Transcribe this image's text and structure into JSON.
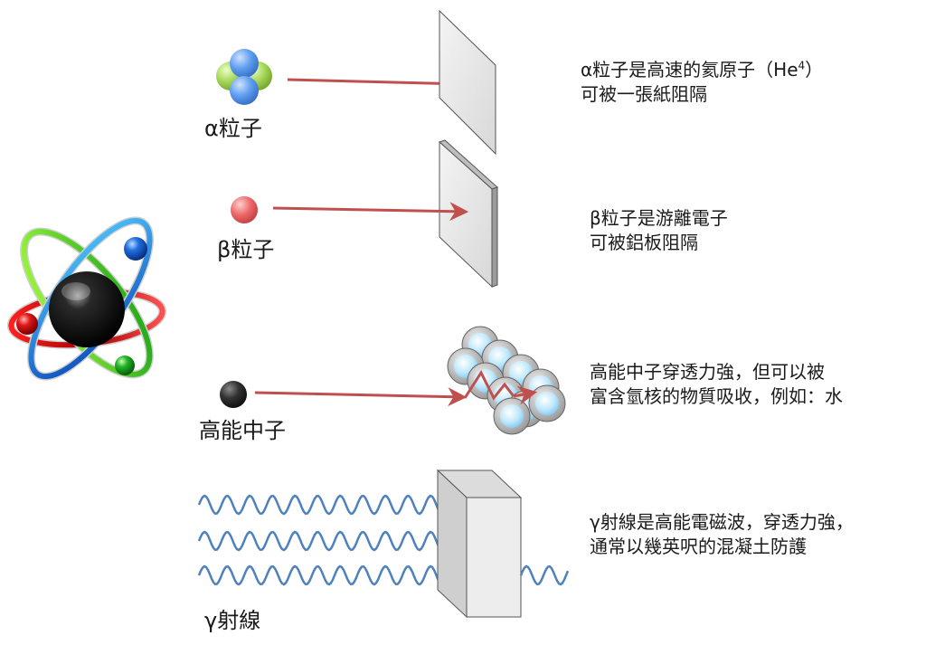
{
  "rows": [
    {
      "id": "alpha",
      "label": "α粒子",
      "barrier": "paper",
      "desc_line1_before_sup": "α粒子是高速的氦原子（He",
      "desc_line1_sup": "4",
      "desc_line1_after_sup": "）",
      "desc_line2": "可被一張紙阻隔"
    },
    {
      "id": "beta",
      "label": "β粒子",
      "barrier": "aluminium-plate",
      "desc_line1": "β粒子是游離電子",
      "desc_line2": "可被鋁板阻隔"
    },
    {
      "id": "neutron",
      "label": "高能中子",
      "barrier": "hydrogen-rich-material",
      "desc_line1": "高能中子穿透力強，但可以被",
      "desc_line2": "富含氫核的物質吸收，例如：水"
    },
    {
      "id": "gamma",
      "label": "γ射線",
      "barrier": "concrete-block",
      "desc_line1": "γ射線是高能電磁波，穿透力強，",
      "desc_line2": "通常以幾英呎的混凝土防護"
    }
  ],
  "colors": {
    "arrow": "#c0504d",
    "wave": "#4f81bd",
    "alpha_blue": "#4f8fe6",
    "alpha_green": "#9bd34a",
    "beta_red": "#e85b5b",
    "neutron_black": "#222222"
  },
  "icons": [
    "atom-icon"
  ]
}
